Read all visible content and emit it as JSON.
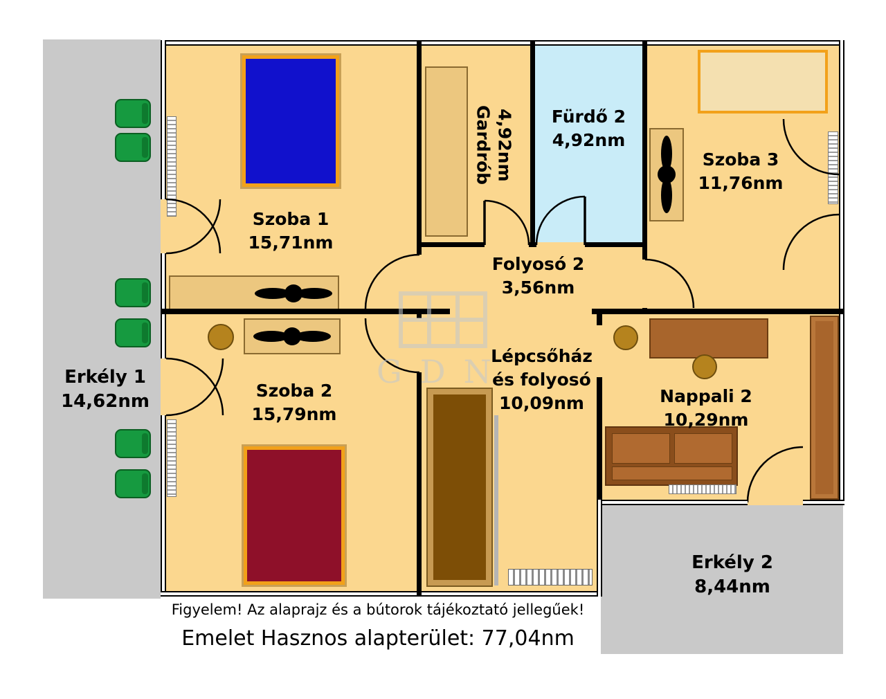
{
  "plan": {
    "rooms": {
      "erkely1": {
        "name": "Erkély 1",
        "area": "14,62nm"
      },
      "szoba1": {
        "name": "Szoba 1",
        "area": "15,71nm"
      },
      "gardrob": {
        "name": "Gardrób",
        "area": "4,92nm"
      },
      "furdo2": {
        "name": "Fürdő 2",
        "area": "4,92nm"
      },
      "szoba3": {
        "name": "Szoba 3",
        "area": "11,76nm"
      },
      "folyoso2": {
        "name": "Folyosó 2",
        "area": "3,56nm"
      },
      "szoba2": {
        "name": "Szoba 2",
        "area": "15,79nm"
      },
      "lepcsohaz": {
        "name_line1": "Lépcsőház",
        "name_line2": "és folyosó",
        "area": "10,09nm"
      },
      "nappali2": {
        "name": "Nappali 2",
        "area": "10,29nm"
      },
      "erkely2": {
        "name": "Erkély 2",
        "area": "8,44nm"
      }
    },
    "watermark_text": "GDN",
    "footer": {
      "disclaimer": "Figyelem! Az alaprajz és a bútorok tájékoztató jellegűek!",
      "total_area": "Emelet Hasznos alapterület: 77,04nm"
    }
  },
  "colors": {
    "floor": "#fbd78f",
    "bathroom": "#c9ecf8",
    "balcony": "#c9c9c9",
    "wall": "#000000",
    "bed_blue": "#1111cc",
    "bed_red": "#8e1029",
    "frame_orange": "#f2a11a",
    "furniture_tan": "#ecc77f",
    "furniture_brown": "#a8652c",
    "stairs_brown": "#7d4e06",
    "chair_green": "#169a40"
  },
  "icons": {
    "fan-icon": "black two-blade propeller",
    "chair-icon": "green armchair top view",
    "desk-chair-icon": "brown round stool",
    "radiator-icon": "striped radiator bar",
    "door-arc-icon": "quarter-circle door swing",
    "stairs-icon": "staircase run",
    "watermark-house-icon": "window grid logo"
  }
}
